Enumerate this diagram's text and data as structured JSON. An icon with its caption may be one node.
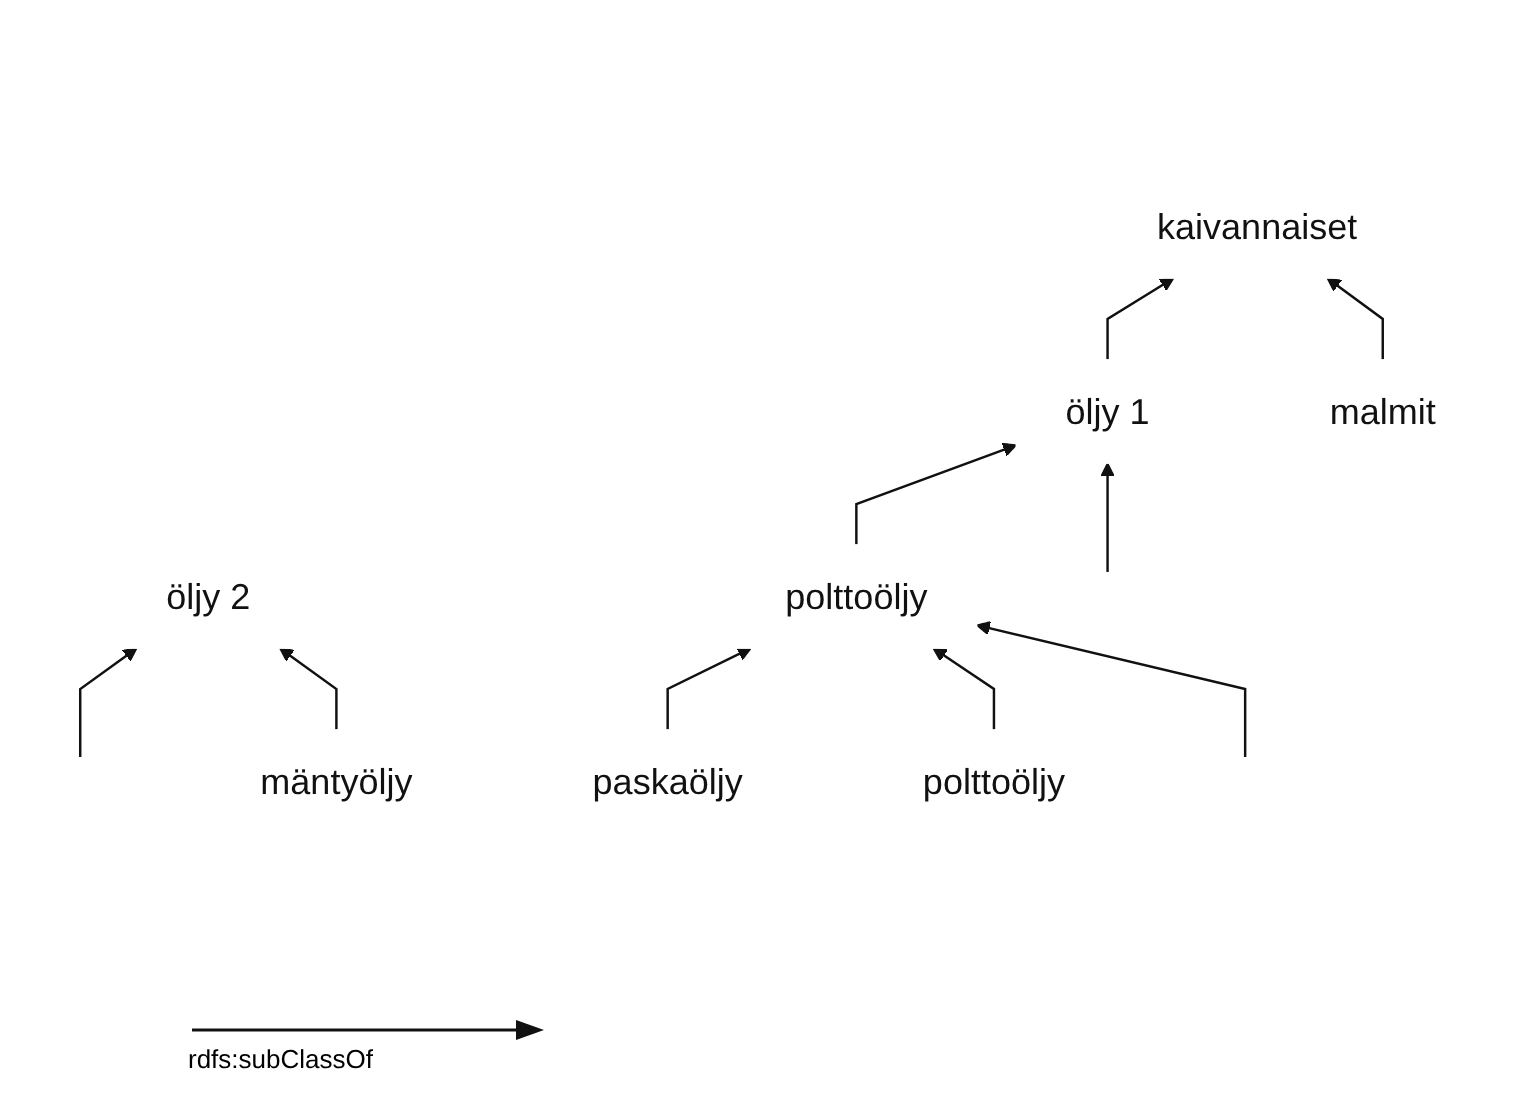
{
  "diagram": {
    "nodes": [
      {
        "text": [
          "kaivannaiset"
        ]
      },
      {
        "text": [
          "öljy 2"
        ]
      },
      {
        "text": [
          "öljy 1"
        ]
      },
      {
        "text": [
          "malmit"
        ]
      },
      {
        "text": [
          "mäntyöljy"
        ]
      },
      {
        "text": [
          "polttoöljy"
        ]
      },
      {
        "text": [
          "paskaöljy"
        ]
      },
      {
        "text": [
          "polttoöljy"
        ]
      }
    ],
    "edges": [
      {
        "from": 2,
        "to": 0,
        "arrow": "to"
      },
      {
        "from": 3,
        "to": 0,
        "arrow": "to"
      },
      {
        "from": null,
        "to": 1,
        "arrow": "to"
      },
      {
        "from": 4,
        "to": 1,
        "arrow": "to"
      },
      {
        "from": 5,
        "to": 2,
        "arrow": "to"
      },
      {
        "from": null,
        "to": 2,
        "arrow": "to"
      },
      {
        "from": 6,
        "to": 5,
        "arrow": "to"
      },
      {
        "from": 7,
        "to": 5,
        "arrow": "to"
      },
      {
        "from": null,
        "to": 5,
        "arrow": "to"
      }
    ],
    "legend": [
      {
        "text": "rdfs:subClassOf"
      }
    ]
  }
}
